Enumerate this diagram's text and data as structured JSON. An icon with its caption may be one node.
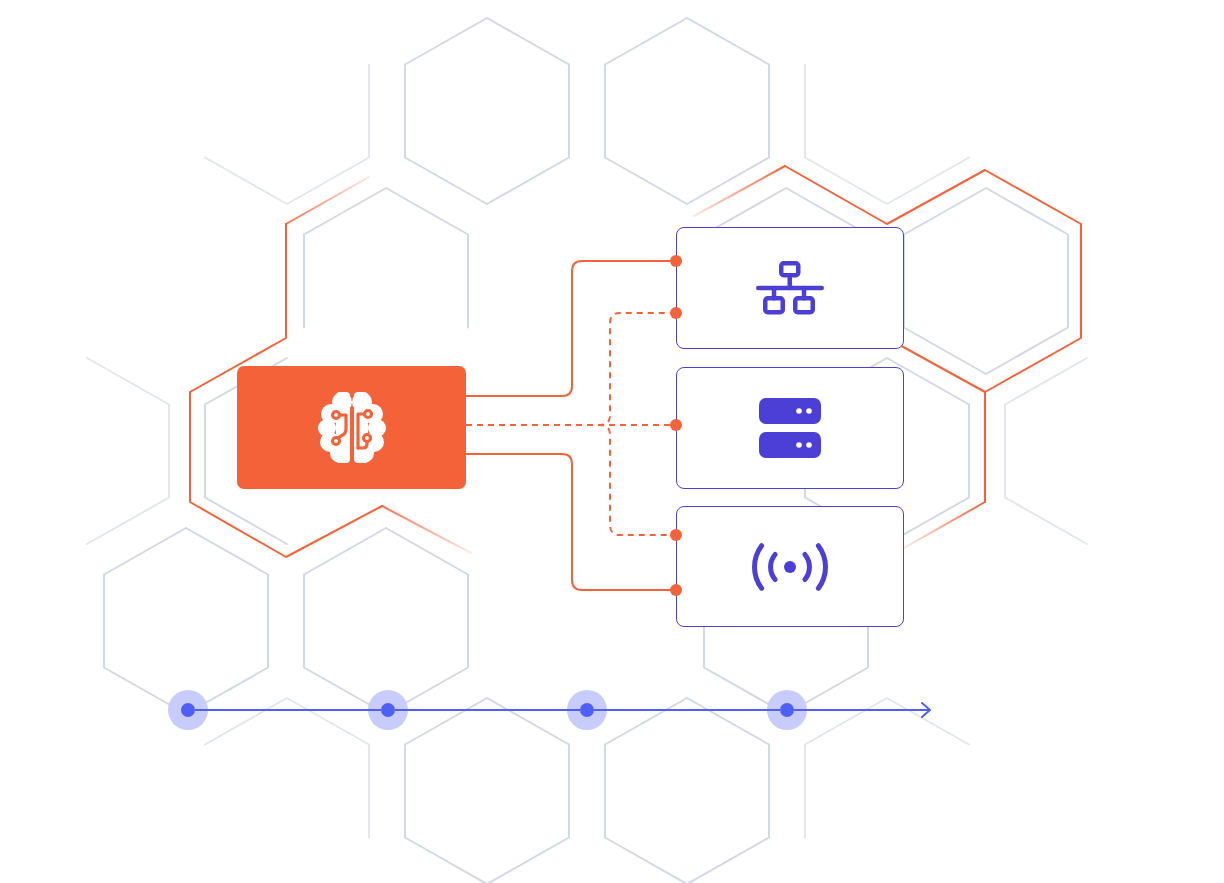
{
  "diagram": {
    "nodes": [
      {
        "text": [],
        "shape": "box"
      },
      {
        "text": [],
        "shape": "box"
      },
      {
        "text": [],
        "shape": "box"
      },
      {
        "text": [],
        "shape": "box"
      },
      {
        "text": [],
        "shape": "circle"
      },
      {
        "text": [],
        "shape": "circle"
      },
      {
        "text": [],
        "shape": "circle"
      },
      {
        "text": [],
        "shape": "circle"
      }
    ],
    "edges": [
      {
        "from": 0,
        "to": 1,
        "arrow": "other"
      },
      {
        "from": 0,
        "to": 1,
        "arrow": "other",
        "style": "dashed"
      },
      {
        "from": 0,
        "to": 2,
        "arrow": "other",
        "style": "dashed"
      },
      {
        "from": 0,
        "to": 3,
        "arrow": "other",
        "style": "dashed"
      },
      {
        "from": 0,
        "to": 3,
        "arrow": "other"
      },
      {
        "from": 4,
        "to": 5,
        "arrow": "none",
        "color": "#5060f6"
      },
      {
        "from": 5,
        "to": 6,
        "arrow": "none",
        "color": "#5060f6"
      },
      {
        "from": 6,
        "to": 7,
        "arrow": "none",
        "color": "#5060f6"
      },
      {
        "from": 7,
        "to": null,
        "arrow": "to",
        "color": "#5060f6"
      }
    ]
  }
}
